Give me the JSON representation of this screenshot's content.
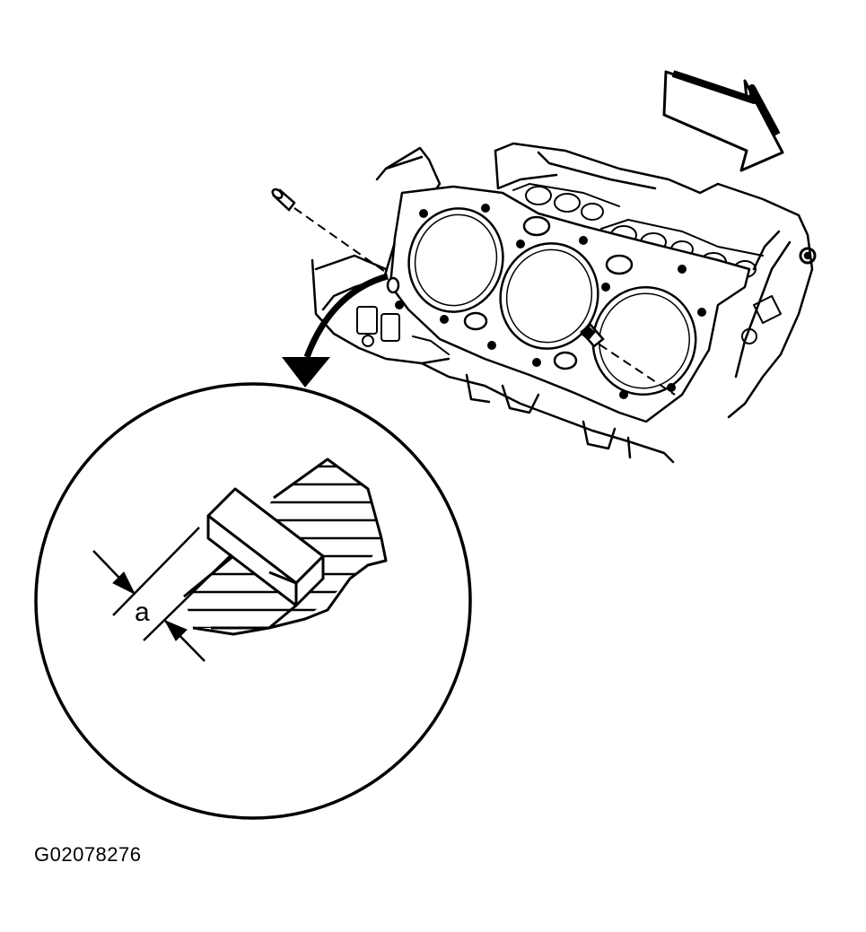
{
  "figure": {
    "id_label": "G02078276",
    "dimension_label": "a"
  },
  "parts": {
    "engine_block": "engine-block",
    "head_gasket": "head-gasket",
    "locating_dowel_left": "dowel-pin",
    "locating_dowel_right": "dowel-pin",
    "detail_view": "dowel-pin-height-detail",
    "direction_arrow": "front-of-engine-arrow"
  },
  "colors": {
    "ink": "#000000",
    "paper": "#ffffff"
  }
}
